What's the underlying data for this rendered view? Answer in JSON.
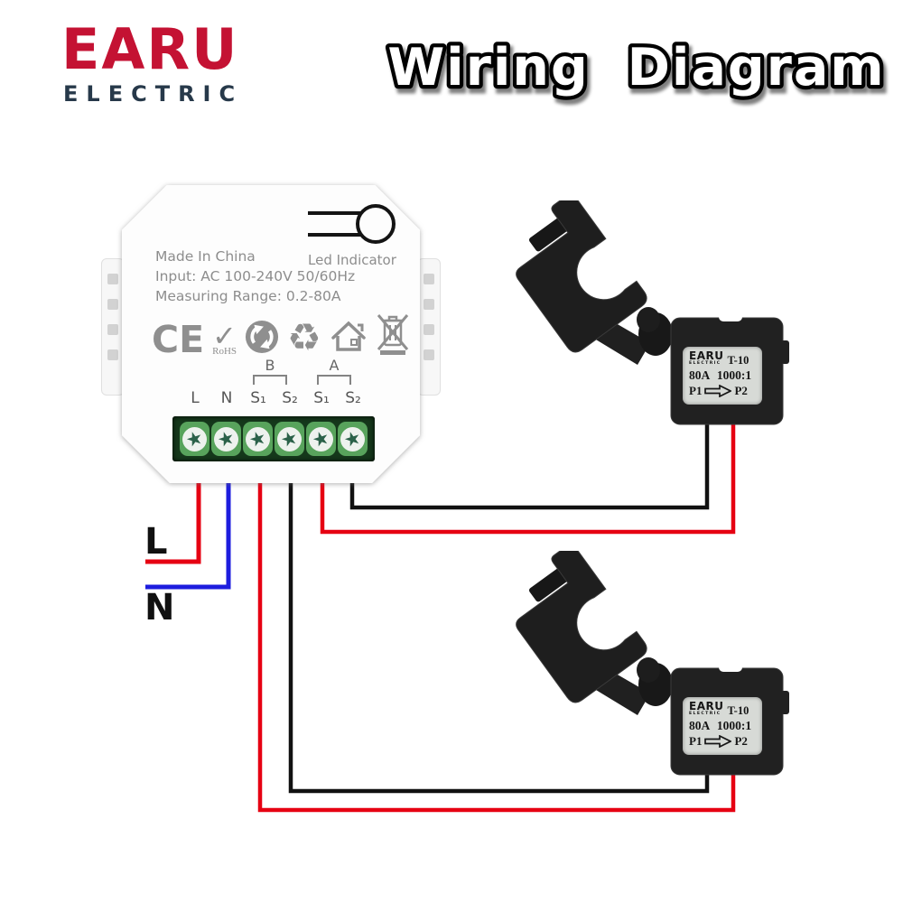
{
  "brand": {
    "name": "EARU",
    "subtitle": "ELECTRIC"
  },
  "title": "Wiring Diagram",
  "device": {
    "led_indicator": "Led Indicator",
    "made_in": "Made In China",
    "input": "Input: AC 100-240V 50/60Hz",
    "range": "Measuring Range: 0.2-80A",
    "icons": {
      "ce": "CE",
      "rohs_check": "✓",
      "rohs": "RoHS",
      "recycle": "♻"
    },
    "group_b": "B",
    "group_a": "A",
    "terminals": [
      "L",
      "N",
      "S₁",
      "S₂",
      "S₁",
      "S₂"
    ],
    "screw_glyph": "★"
  },
  "wiring": {
    "live_label": "L",
    "neutral_label": "N",
    "colors": {
      "live": "#e60012",
      "neutral": "#1d1dde",
      "signal": "#111111"
    }
  },
  "ct": {
    "brand": "EARU",
    "brand_sub": "ELECTRIC",
    "model": "T-10",
    "rating": "80A 1000:1",
    "p1": "P1",
    "p2": "P2"
  }
}
